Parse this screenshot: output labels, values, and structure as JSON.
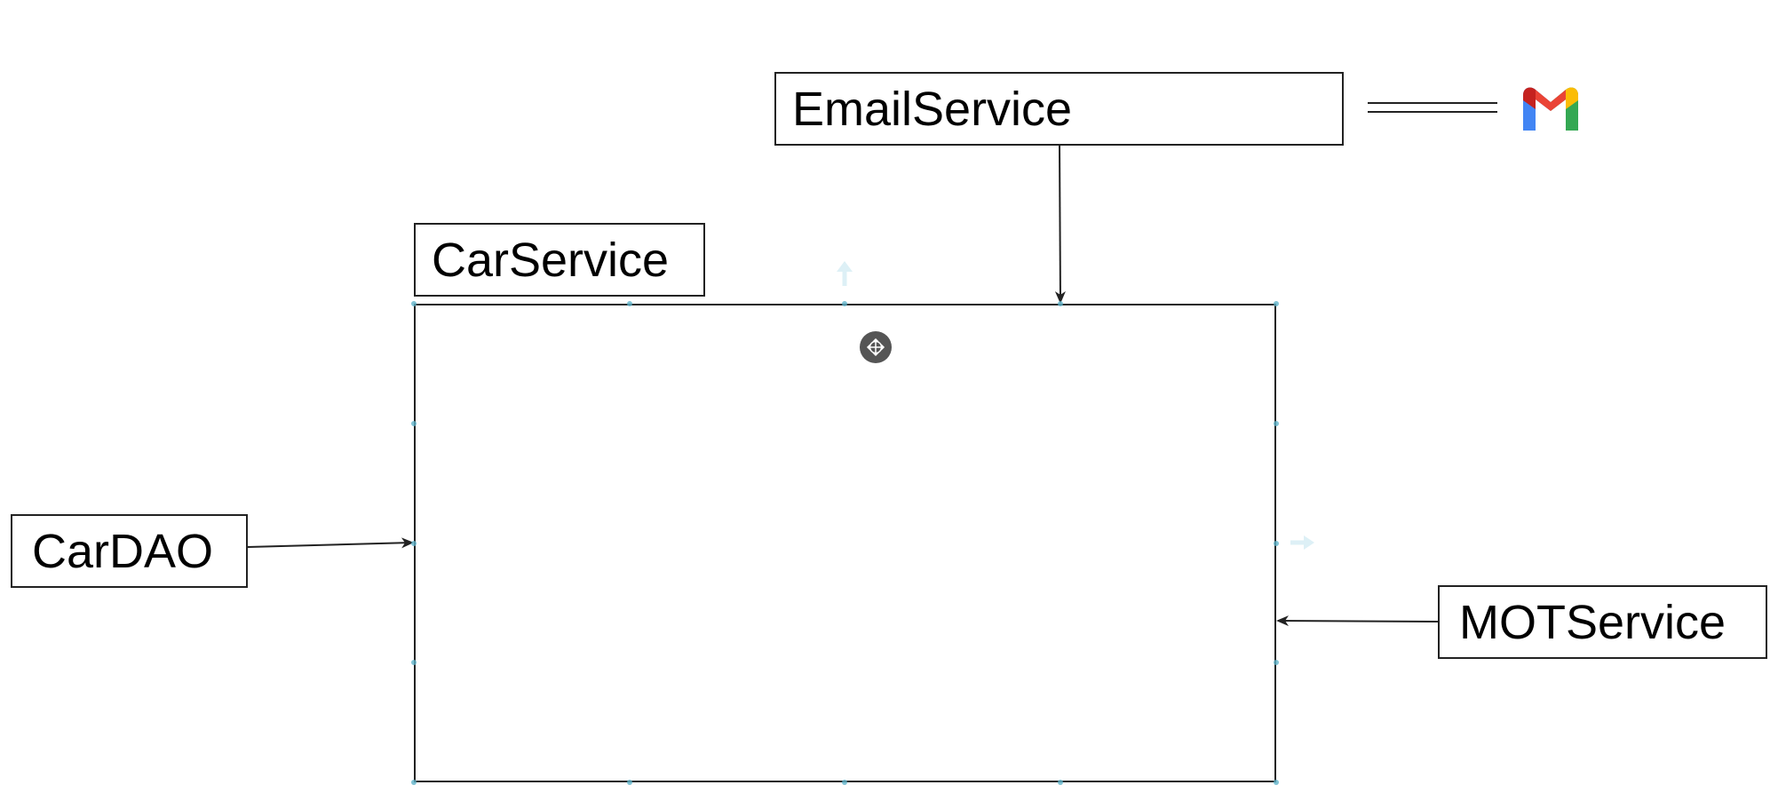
{
  "diagram": {
    "nodes": {
      "email_service": "EmailService",
      "car_service": "CarService",
      "car_dao": "CarDAO",
      "mot_service": "MOTService"
    },
    "edges": [
      {
        "from": "email_service",
        "to": "car_service_container",
        "style": "arrow"
      },
      {
        "from": "car_dao",
        "to": "car_service_container",
        "style": "arrow"
      },
      {
        "from": "mot_service",
        "to": "car_service_container",
        "style": "arrow"
      },
      {
        "from": "email_service",
        "to": "gmail",
        "style": "double-line"
      }
    ],
    "icons": [
      "gmail-icon",
      "move-cursor-icon"
    ],
    "colors": {
      "stroke": "#222222",
      "text": "#000000",
      "handle": "#5fb3c9",
      "gmail_red": "#EA4335",
      "gmail_blue": "#4285F4",
      "gmail_green": "#34A853",
      "gmail_yellow": "#FBBC04",
      "gmail_darkred": "#C5221F"
    }
  }
}
